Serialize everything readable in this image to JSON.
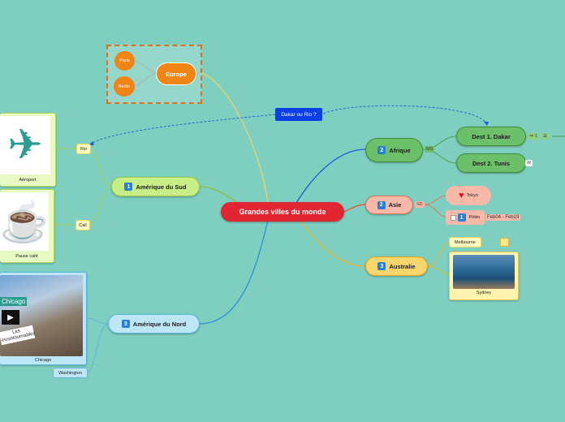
{
  "central": "Grandes villes du monde",
  "callout": "Dakar ou Rio ?",
  "europe": {
    "label": "Europe",
    "cities": [
      "Paris",
      "Berlin"
    ]
  },
  "afrique": {
    "num": "2",
    "label": "Afrique",
    "tag": "MS",
    "children": [
      {
        "label": "Dest 1. Dakar",
        "tag1": "≔ 1",
        "tag2": "☰"
      },
      {
        "label": "Dest 2. Tunis",
        "tag1": "W"
      }
    ]
  },
  "asie": {
    "num": "2",
    "label": "Asie",
    "tag": "SD",
    "tokyo": "Tokyo",
    "pekin": {
      "num": "1",
      "label": "Pékin",
      "dates": "Feb04 - Feb19"
    }
  },
  "australie": {
    "num": "3",
    "label": "Australie",
    "melbourne": "Melbourne",
    "sydney": "Sydney"
  },
  "amerique_sud": {
    "num": "1",
    "label": "Amérique du Sud",
    "rio": "Rio",
    "cali": "Cali",
    "aeroport": "Aéroport",
    "pause": "Pause café"
  },
  "amerique_nord": {
    "num": "3",
    "label": "Amérique du Nord",
    "chicago_card": "Chicago",
    "chicago_overlay": "Chicago",
    "chicago_sub": "Les incontournables",
    "washington": "Washington"
  },
  "colors": {
    "background": "#7fcfc0",
    "central": "#e12533",
    "afrique": "#6cc06a",
    "asie": "#f8b9a8",
    "australie": "#f9d56e",
    "amerique_sud": "#c8ef86",
    "amerique_nord": "#bde7f7",
    "europe": "#f08516",
    "callout": "#0a3fe6"
  }
}
